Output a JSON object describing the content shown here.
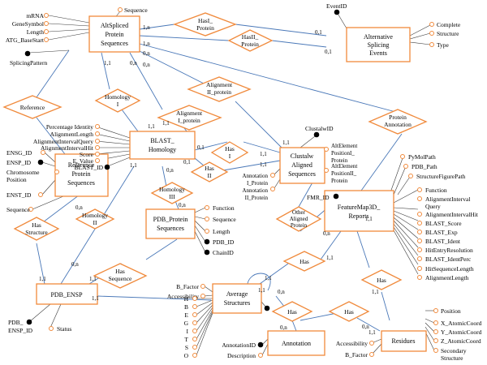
{
  "colors": {
    "entity_border": "#f08a3c",
    "relationship_border": "#f08a3c",
    "line": "#4a78b8",
    "attribute_marker": "#f08a3c",
    "key_marker": "#000000"
  },
  "entities": {
    "altspliced": [
      "AltSpliced",
      "Protein",
      "Sequences"
    ],
    "ase": [
      "Alternative",
      "Splicing",
      "Events"
    ],
    "blast": [
      "BLAST_",
      "Homology"
    ],
    "clustalw": [
      "Clustalw",
      "Aligned",
      "Sequences"
    ],
    "refprot": [
      "Reference",
      "Protein",
      "Sequences"
    ],
    "pdbprot": [
      "PDB_Protein",
      "Sequences"
    ],
    "fm3d": [
      "FeatureMap3D_",
      "Reports"
    ],
    "pdbensp": [
      "PDB_ENSP"
    ],
    "avgstruct": [
      "Average",
      "Structures"
    ],
    "annotation": [
      "Annotation"
    ],
    "residues": [
      "Residues"
    ]
  },
  "relationships": {
    "has1": [
      "HasI_",
      "Protein"
    ],
    "has2": [
      "HasII_",
      "Protein"
    ],
    "reference": [
      "Reference"
    ],
    "homology1": [
      "Homology",
      "I"
    ],
    "align2": [
      "Alignment",
      "II_protein"
    ],
    "align1": [
      "Alignment",
      "I_protein"
    ],
    "protannot": [
      "Protein",
      "Annotation"
    ],
    "hasI_mid": [
      "Has",
      "I"
    ],
    "hasII_mid": [
      "Has",
      "II"
    ],
    "homology3": [
      "Homology",
      "III"
    ],
    "hasstruct": [
      "Has",
      "Structure"
    ],
    "homology2": [
      "Homology",
      "II"
    ],
    "otherali": [
      "Other",
      "Aligned",
      "Protein"
    ],
    "hasseq": [
      "Has",
      "Sequence"
    ],
    "has_fm": [
      "Has"
    ],
    "has_res": [
      "Has"
    ],
    "has_an1": [
      "Has"
    ],
    "has_an2": [
      "Has"
    ]
  },
  "attributes": {
    "alt_left": [
      "mRNA",
      "GeneSymbol",
      "Length",
      "ATG_BaseStart"
    ],
    "sequence": "Sequence",
    "splicingpattern": "SplicingPattern",
    "eventid": "EventID",
    "ase_right": [
      "Complete",
      "Structure",
      "Type"
    ],
    "blast_left": [
      "Percentage Identity",
      "AlignmentLength",
      "AlignmentIntervalQuery",
      "AlignmentIntervalHit",
      "Score",
      "E_Value",
      "BLAST_ID"
    ],
    "clustalw_id": "ClustalwID",
    "clustalw_right": [
      "AltElement",
      "PositionI_",
      "Protein",
      "AltElement",
      "PositionII_",
      "Protein"
    ],
    "clustalw_left": [
      "Annotation",
      "I_Protein",
      "Annotation",
      "II_Protein"
    ],
    "ref_left": [
      "ENSG_ID",
      "ENSP_ID",
      "Chromosome",
      "Position",
      "ENST_ID"
    ],
    "ref_seq": "Sequence",
    "pdbprot_right": [
      "Function",
      "Sequence",
      "Length",
      "PDB_ID",
      "ChainID"
    ],
    "fm3d_top": [
      "PyMolPath",
      "PDB_Path",
      "StructureFigurePath"
    ],
    "fmr_id": "FMR_ID",
    "fm3d_right": [
      "Function",
      "AlignmentInterval",
      "Query",
      "AlignmentIntervalHit",
      "BLAST_Score",
      "BLAST_Exp",
      "BLAST_Ident",
      "HitEntryResolution",
      "BLAST_IdentPerc",
      "HitSequenceLength",
      "AlignmentLength"
    ],
    "pdbensp_bottom": [
      "PDB_",
      "ENSP_ID",
      "Status"
    ],
    "avg_left": [
      "B_Factor",
      "Accessibility"
    ],
    "avg_ss": [
      "H",
      "B",
      "E",
      "G",
      "I",
      "T",
      "S",
      "O"
    ],
    "annot_left": [
      "AnnotationID",
      "Description"
    ],
    "res_left": [
      "Accessibility",
      "B_Factor"
    ],
    "res_right": [
      "Position",
      "X_AtomicCoord",
      "Y_AtomicCoord",
      "Z_AtomicCoord",
      "Secondary",
      "Structure"
    ]
  },
  "cardinalities": {
    "c1": "1,n",
    "c2": "1,n",
    "c3": "0,1",
    "c4": "0,1",
    "c5": "0,n",
    "c6": "1,1",
    "c7": "0,n",
    "c8": "0,n",
    "c9": "1,1",
    "c10": "1,1",
    "c11": "1,1",
    "c12": "0,1",
    "c13": "0,1",
    "c14": "1,1",
    "c15": "1,1",
    "c16": "1,1",
    "c17": "0,n",
    "c18": "0,n",
    "c19": "0,n",
    "c20": "1,1",
    "c21": "1,1",
    "c22": "0,n",
    "c23": "1,1",
    "c24": "1,1",
    "c25": "1,1",
    "c26": "1,1",
    "c27": "0,n",
    "c28": "0,n",
    "c29": "1,1",
    "c30": "0,n",
    "c31": "0,n",
    "c32": "1,1",
    "c33": "1,1"
  }
}
